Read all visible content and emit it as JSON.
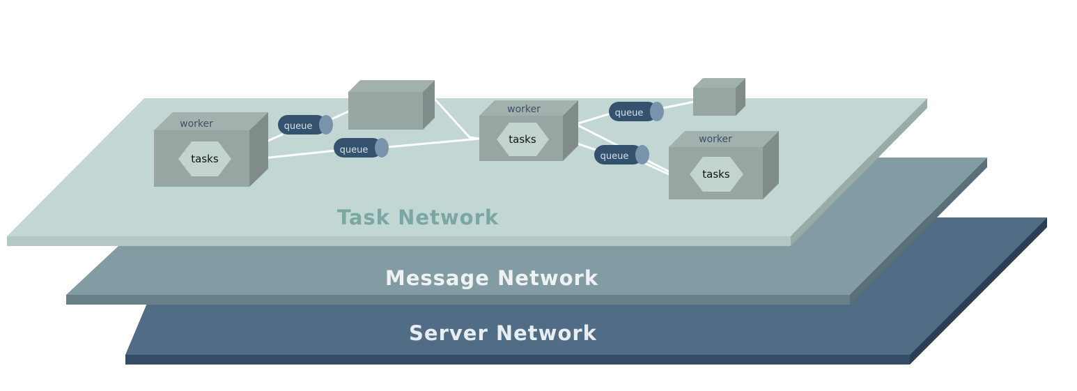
{
  "layers": {
    "server": {
      "label": "Server Network",
      "top": "#516d86",
      "front": "#354c64",
      "side": "#2b3f54",
      "text": "#e7edf1"
    },
    "message": {
      "label": "Message Network",
      "top": "#839ba3",
      "front": "#687f88",
      "side": "#5a6f77",
      "text": "#eef2f3"
    },
    "task": {
      "label": "Task Network",
      "top": "#c2d6d3",
      "front": "#b3c7c4",
      "side": "#98aba7",
      "text": "#7aa7a1"
    }
  },
  "colors": {
    "box_top": "#a3b1ae",
    "box_front": "#97a6a3",
    "box_side": "#7f8c89",
    "hex_fill": "#c2d3d0",
    "queue_body": "#34516e",
    "queue_cap": "#7a93ac",
    "queue_text": "#d6e0e8",
    "link": "#ffffff",
    "worker_text": "#3c5066",
    "task_text": "#111111"
  },
  "workers": [
    {
      "label": "worker",
      "task_label": "tasks"
    },
    {
      "label": "worker",
      "task_label": "tasks"
    },
    {
      "label": "worker",
      "task_label": "tasks"
    }
  ],
  "queues": [
    {
      "label": "queue"
    },
    {
      "label": "queue"
    },
    {
      "label": "queue"
    },
    {
      "label": "queue"
    }
  ]
}
